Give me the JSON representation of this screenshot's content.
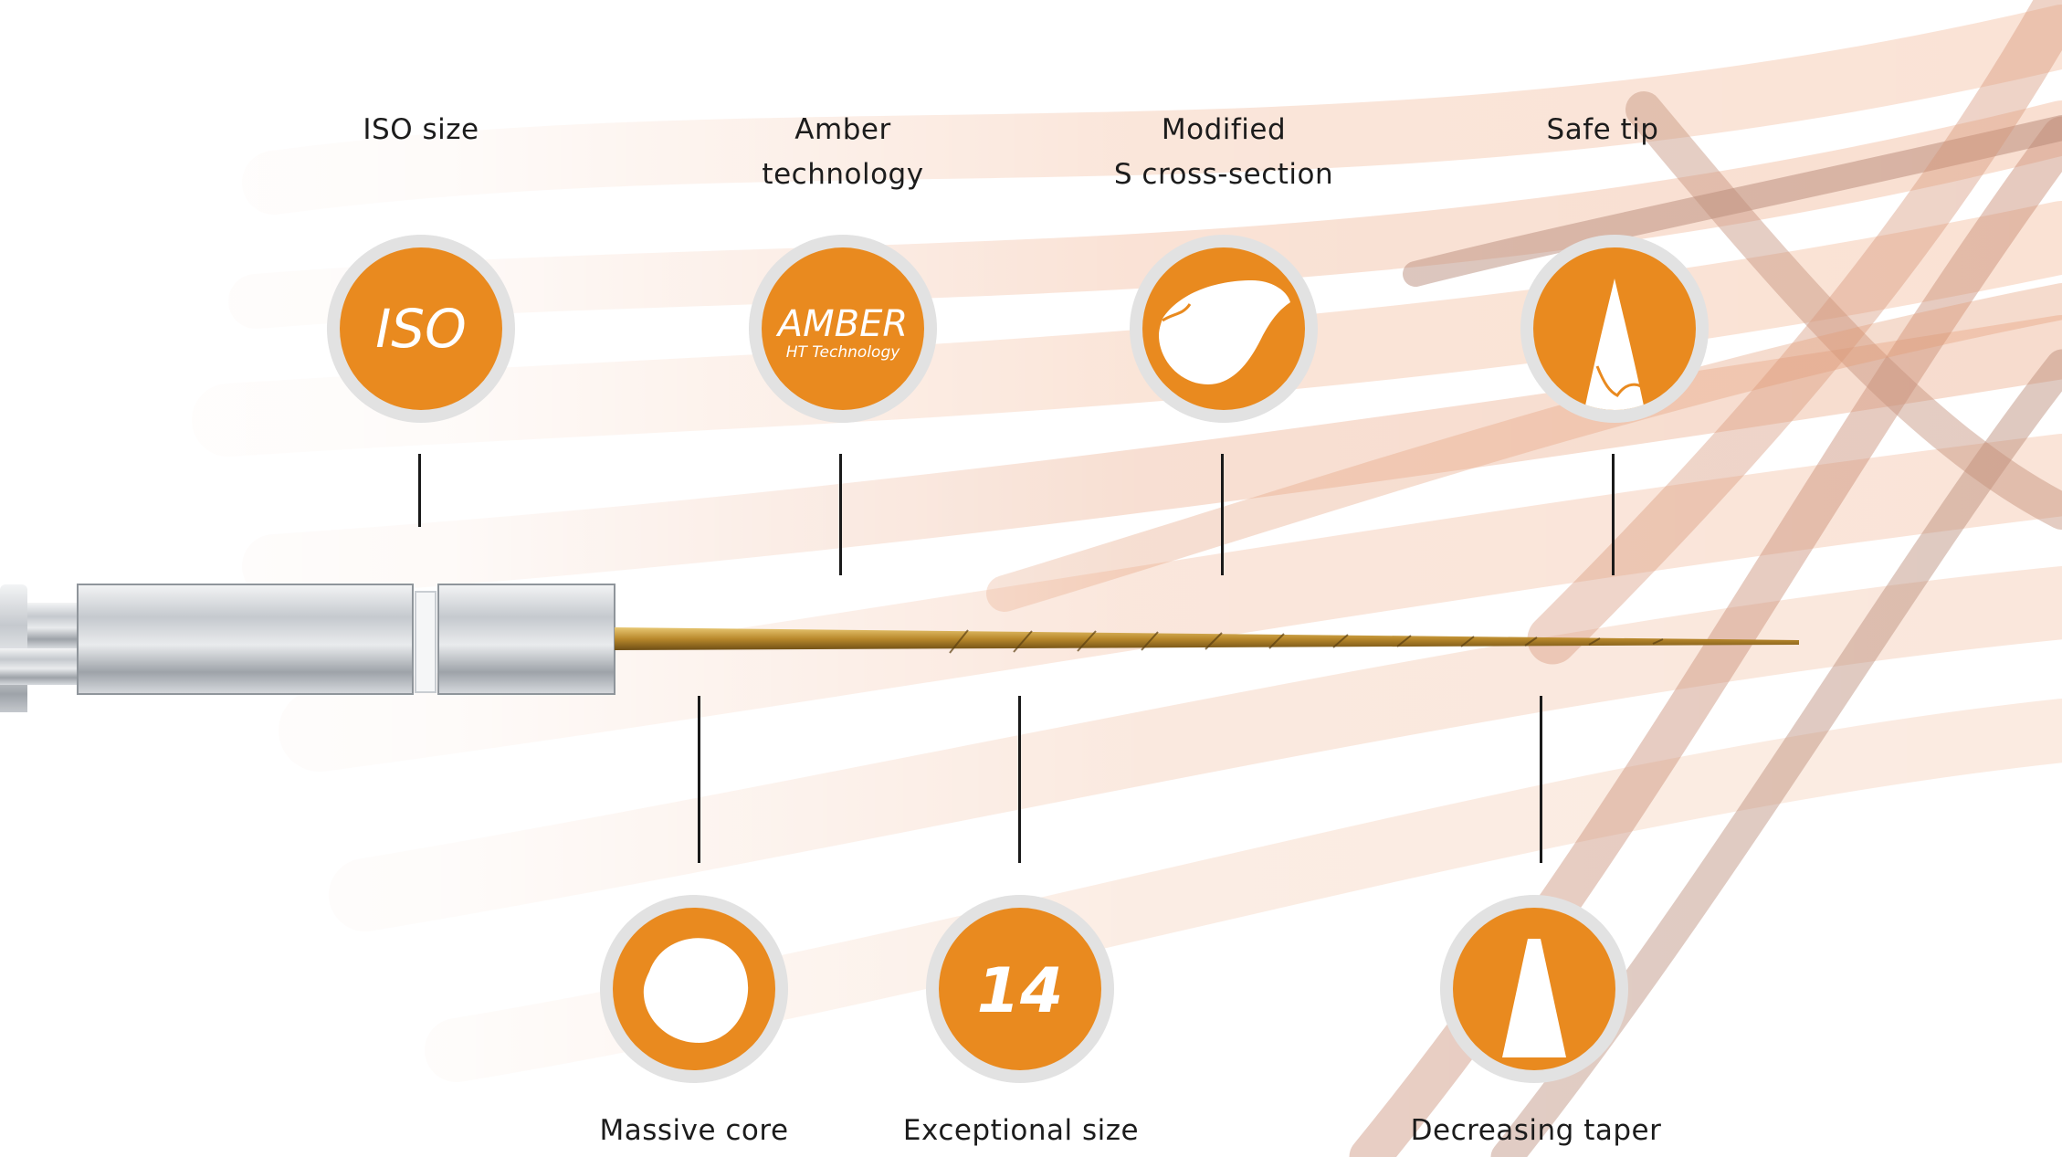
{
  "features_top": [
    {
      "id": "iso",
      "label_lines": [
        "ISO size"
      ],
      "icon": "iso-badge-icon",
      "badge_text": "ISO"
    },
    {
      "id": "amber",
      "label_lines": [
        "Amber",
        "technology"
      ],
      "icon": "amber-badge-icon",
      "badge_text": "AMBER",
      "badge_subtext": "HT Technology"
    },
    {
      "id": "cross",
      "label_lines": [
        "Modified",
        "S cross-section"
      ],
      "icon": "s-cross-section-icon"
    },
    {
      "id": "tip",
      "label_lines": [
        "Safe tip"
      ],
      "icon": "safe-tip-icon"
    }
  ],
  "features_bottom": [
    {
      "id": "core",
      "label": "Massive core",
      "icon": "massive-core-icon"
    },
    {
      "id": "size",
      "label": "Exceptional size",
      "icon": "size-badge-icon",
      "badge_text": "14"
    },
    {
      "id": "taper",
      "label": "Decreasing taper",
      "icon": "decreasing-taper-icon"
    }
  ],
  "colors": {
    "accent": "#e98a1f",
    "ring": "#e2e2e2",
    "text": "#1c1c1c",
    "file_gold": "#c89a3a",
    "handle_steel": "#c9cdd2"
  },
  "instrument_icon": "endodontic-file-image",
  "background_icon": "orange-fibers-background"
}
